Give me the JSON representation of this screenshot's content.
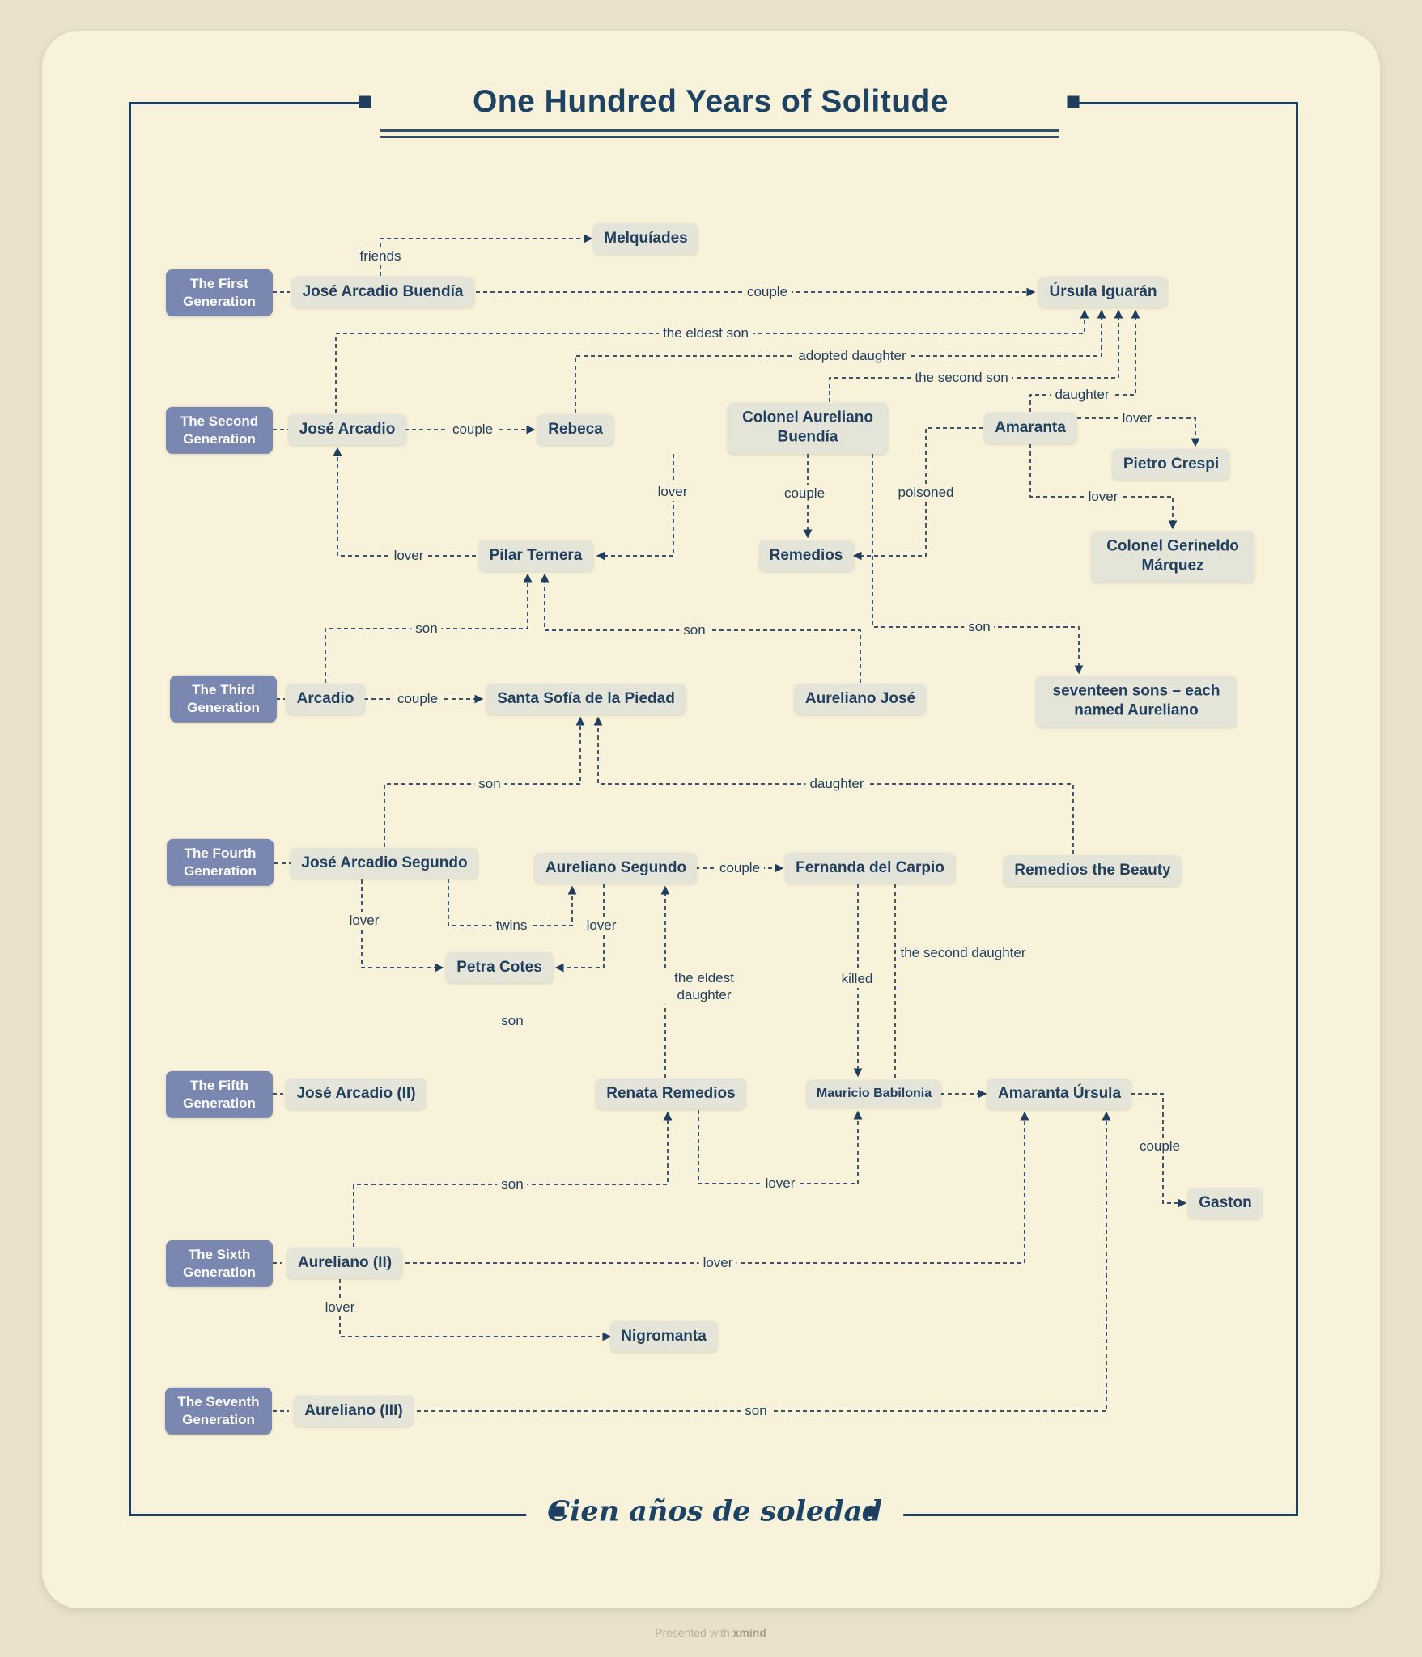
{
  "title": "One Hundred Years of Solitude",
  "subtitle": "Cien años de soledad",
  "footer": {
    "prefix": "Presented with",
    "brand": "xmind"
  },
  "colors": {
    "navy": "#1f3e5f",
    "card_bg": "#f8f2da",
    "outer_bg": "#e9e1cb",
    "node_bg": "#e4e4d9",
    "generation_bg": "#7a87b1",
    "title_color": "#1c4264"
  },
  "generations": [
    {
      "label": "The First Generation"
    },
    {
      "label": "The Second Generation"
    },
    {
      "label": "The Third Generation"
    },
    {
      "label": "The Fourth Generation"
    },
    {
      "label": "The Fifth Generation"
    },
    {
      "label": "The Sixth Generation"
    },
    {
      "label": "The Seventh Generation"
    }
  ],
  "nodes": [
    {
      "id": "melquiades",
      "label": "Melquíades"
    },
    {
      "id": "jose-arcadio-buendia",
      "label": "José Arcadio Buendía"
    },
    {
      "id": "ursula-iguaran",
      "label": "Úrsula Iguarán"
    },
    {
      "id": "jose-arcadio",
      "label": "José Arcadio"
    },
    {
      "id": "rebeca",
      "label": "Rebeca"
    },
    {
      "id": "colonel-aureliano-buendia",
      "label": "Colonel Aureliano Buendía"
    },
    {
      "id": "amaranta",
      "label": "Amaranta"
    },
    {
      "id": "pietro-crespi",
      "label": "Pietro Crespi"
    },
    {
      "id": "colonel-gerineldo-marquez",
      "label": "Colonel Gerineldo Márquez"
    },
    {
      "id": "remedios",
      "label": "Remedios"
    },
    {
      "id": "pilar-ternera",
      "label": "Pilar Ternera"
    },
    {
      "id": "arcadio",
      "label": "Arcadio"
    },
    {
      "id": "santa-sofia-de-la-piedad",
      "label": "Santa Sofía de la Piedad"
    },
    {
      "id": "aureliano-jose",
      "label": "Aureliano José"
    },
    {
      "id": "seventeen-sons",
      "label": "seventeen sons – each named Aureliano"
    },
    {
      "id": "jose-arcadio-segundo",
      "label": "José Arcadio Segundo"
    },
    {
      "id": "aureliano-segundo",
      "label": "Aureliano Segundo"
    },
    {
      "id": "fernanda-del-carpio",
      "label": "Fernanda del Carpio"
    },
    {
      "id": "remedios-the-beauty",
      "label": "Remedios the Beauty"
    },
    {
      "id": "petra-cotes",
      "label": "Petra Cotes"
    },
    {
      "id": "jose-arcadio-ii",
      "label": "José Arcadio (II)"
    },
    {
      "id": "renata-remedios",
      "label": "Renata Remedios"
    },
    {
      "id": "mauricio-babilonia",
      "label": "Mauricio Babilonia"
    },
    {
      "id": "amaranta-ursula",
      "label": "Amaranta Úrsula"
    },
    {
      "id": "gaston",
      "label": "Gaston"
    },
    {
      "id": "aureliano-ii",
      "label": "Aureliano (II)"
    },
    {
      "id": "nigromanta",
      "label": "Nigromanta"
    },
    {
      "id": "aureliano-iii",
      "label": "Aureliano (III)"
    }
  ],
  "edges": [
    {
      "from": "jose-arcadio-buendia",
      "to": "melquiades",
      "label": "friends"
    },
    {
      "from": "jose-arcadio-buendia",
      "to": "ursula-iguaran",
      "label": "couple"
    },
    {
      "from": "jose-arcadio",
      "to": "ursula-iguaran",
      "label": "the eldest son"
    },
    {
      "from": "rebeca",
      "to": "ursula-iguaran",
      "label": "adopted daughter"
    },
    {
      "from": "colonel-aureliano-buendia",
      "to": "ursula-iguaran",
      "label": "the second son"
    },
    {
      "from": "amaranta",
      "to": "ursula-iguaran",
      "label": "daughter"
    },
    {
      "from": "amaranta",
      "to": "pietro-crespi",
      "label": "lover"
    },
    {
      "from": "jose-arcadio",
      "to": "rebeca",
      "label": "couple"
    },
    {
      "from": "colonel-aureliano-buendia",
      "to": "pilar-ternera",
      "label": "lover"
    },
    {
      "from": "colonel-aureliano-buendia",
      "to": "remedios",
      "label": "couple"
    },
    {
      "from": "amaranta",
      "to": "remedios",
      "label": "poisoned"
    },
    {
      "from": "amaranta",
      "to": "colonel-gerineldo-marquez",
      "label": "lover"
    },
    {
      "from": "pilar-ternera",
      "to": "jose-arcadio",
      "label": "lover"
    },
    {
      "from": "arcadio",
      "to": "pilar-ternera",
      "label": "son"
    },
    {
      "from": "aureliano-jose",
      "to": "pilar-ternera",
      "label": "son"
    },
    {
      "from": "colonel-aureliano-buendia",
      "to": "seventeen-sons",
      "label": "son"
    },
    {
      "from": "arcadio",
      "to": "santa-sofia-de-la-piedad",
      "label": "couple"
    },
    {
      "from": "jose-arcadio-segundo",
      "to": "santa-sofia-de-la-piedad",
      "label": "son"
    },
    {
      "from": "remedios-the-beauty",
      "to": "santa-sofia-de-la-piedad",
      "label": "daughter"
    },
    {
      "from": "jose-arcadio-segundo",
      "to": "petra-cotes",
      "label": "lover"
    },
    {
      "from": "jose-arcadio-segundo",
      "to": "aureliano-segundo",
      "label": "twins"
    },
    {
      "from": "aureliano-segundo",
      "to": "petra-cotes",
      "label": "lover"
    },
    {
      "from": "aureliano-segundo",
      "to": "fernanda-del-carpio",
      "label": "couple"
    },
    {
      "from": "renata-remedios",
      "to": "aureliano-segundo",
      "label": "the eldest daughter"
    },
    {
      "from": "fernanda-del-carpio",
      "to": "mauricio-babilonia",
      "label": "killed"
    },
    {
      "from": "fernanda-del-carpio",
      "to": "amaranta-ursula",
      "label": "the second daughter"
    },
    {
      "from": "jose-arcadio-ii",
      "to": "aureliano-segundo",
      "label": "son"
    },
    {
      "from": "amaranta-ursula",
      "to": "gaston",
      "label": "couple"
    },
    {
      "from": "aureliano-ii",
      "to": "renata-remedios",
      "label": "son"
    },
    {
      "from": "renata-remedios",
      "to": "mauricio-babilonia",
      "label": "lover"
    },
    {
      "from": "aureliano-ii",
      "to": "amaranta-ursula",
      "label": "lover"
    },
    {
      "from": "aureliano-ii",
      "to": "nigromanta",
      "label": "lover"
    },
    {
      "from": "aureliano-iii",
      "to": "amaranta-ursula",
      "label": "son"
    }
  ]
}
